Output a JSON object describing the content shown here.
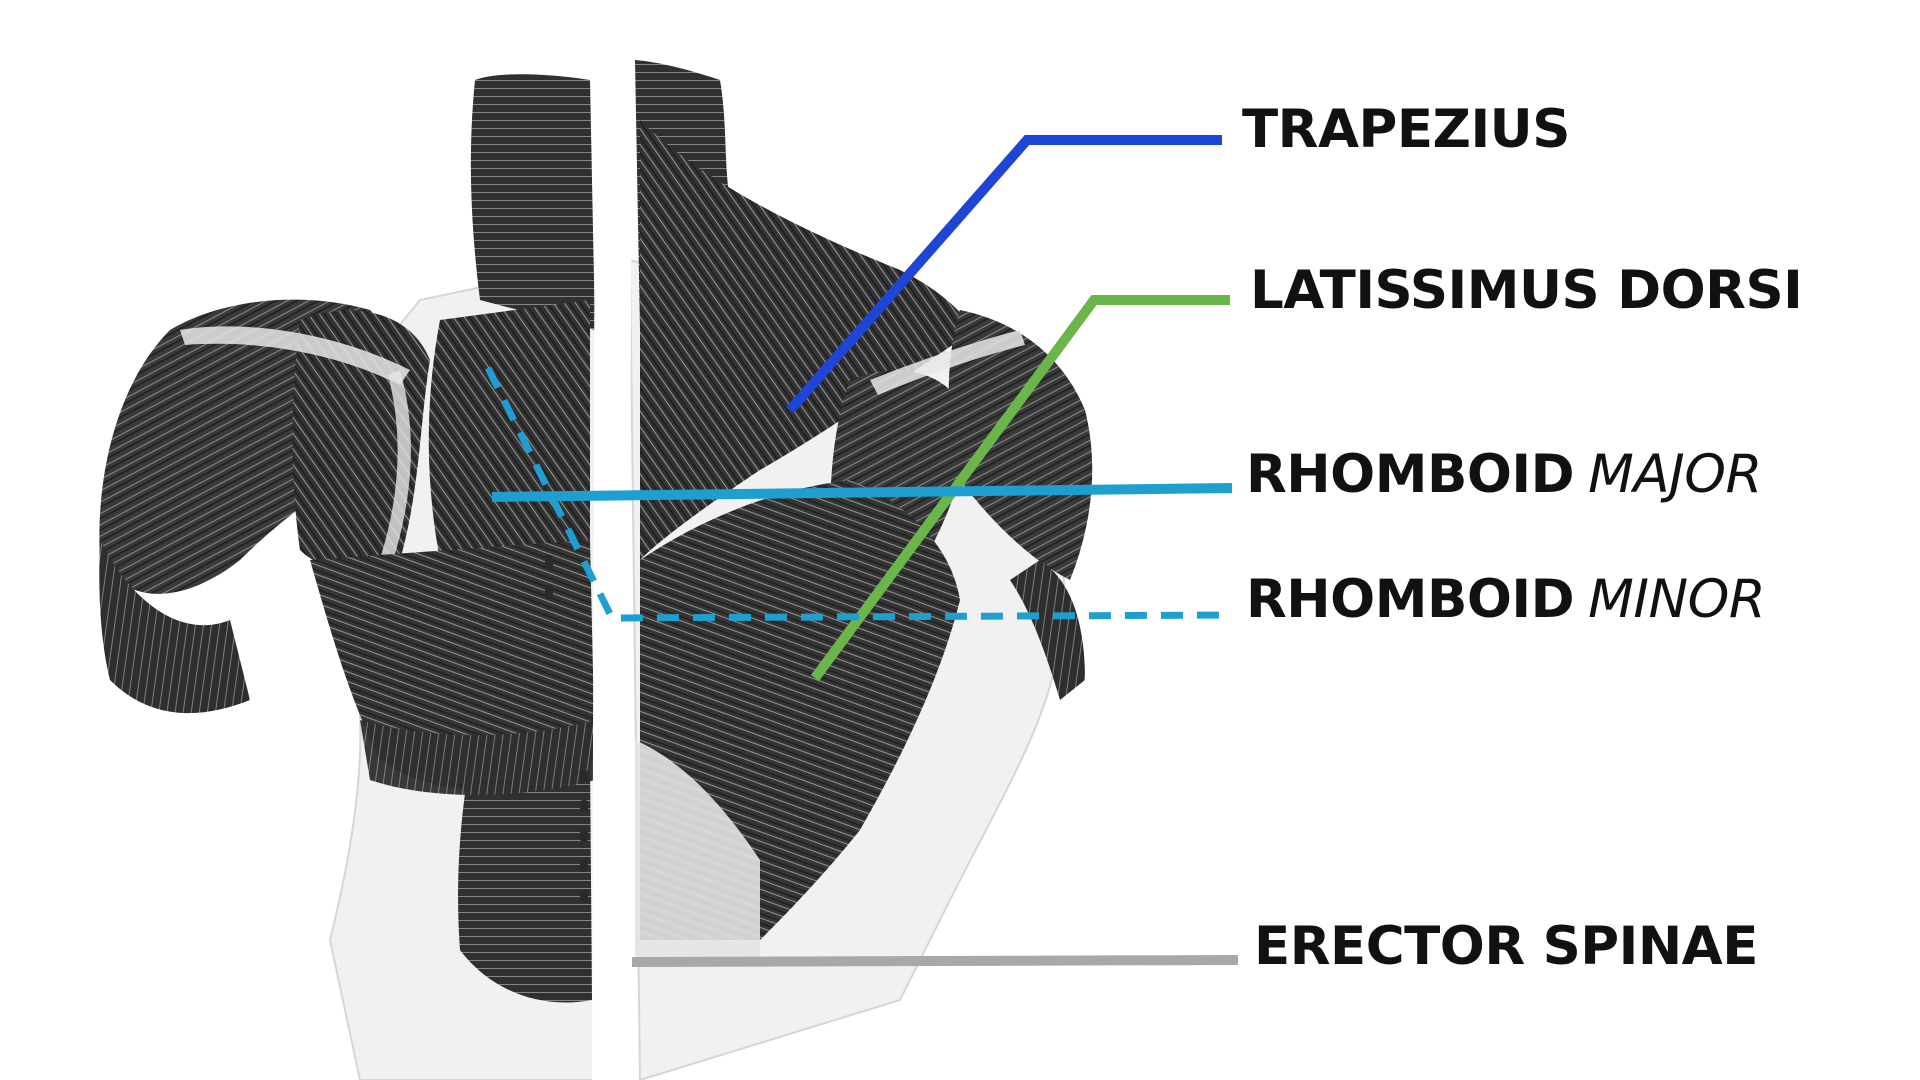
{
  "labels": {
    "trapezius": {
      "name": "TRAPEZIUS",
      "qualifier": ""
    },
    "latissimus_dorsi": {
      "name": "LATISSIMUS DORSI",
      "qualifier": ""
    },
    "rhomboid_major": {
      "name": "RHOMBOID",
      "qualifier": "MAJOR"
    },
    "rhomboid_minor": {
      "name": "RHOMBOID",
      "qualifier": "MINOR"
    },
    "erector_spinae": {
      "name": "ERECTOR SPINAE",
      "qualifier": ""
    }
  },
  "colors": {
    "trapezius_line": "#1f45d6",
    "latissimus_line": "#6ab64a",
    "rhomboid_line": "#1f9fd0",
    "erector_line": "#a8a8a8",
    "muscle_dark": "#2b2b2b",
    "muscle_mid": "#4a4a4a",
    "muscle_light": "#d8d8d8",
    "text": "#111111"
  },
  "illustration": "back-muscles-anatomy-illustration"
}
